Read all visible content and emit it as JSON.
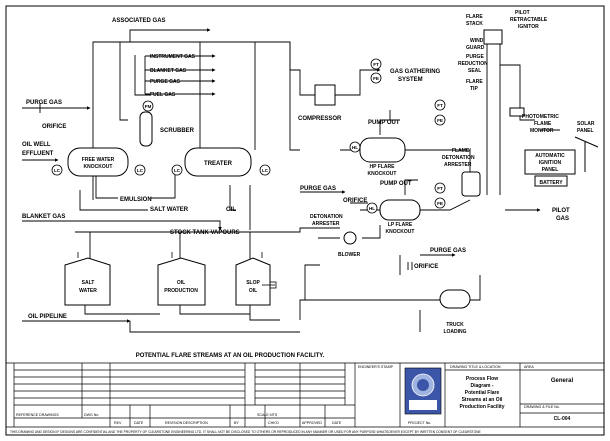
{
  "labels": {
    "associated_gas": "ASSOCIATED GAS",
    "instrument_gas": "INSTRUMENT GAS",
    "blanket_gas_top": "BLANKET GAS",
    "purge_gas_top": "PURGE GAS",
    "fuel_gas": "FUEL GAS",
    "purge_gas_left": "PURGE GAS",
    "orifice_left": "ORIFICE",
    "scrubber": "SCRUBBER",
    "oil_well_effluent_1": "OIL WELL",
    "oil_well_effluent_2": "EFFLUENT",
    "free_water_knockout_1": "FREE WATER",
    "free_water_knockout_2": "KNOCKOUT",
    "treater": "TREATER",
    "emulsion": "EMULSION",
    "salt_water_line": "SALT WATER",
    "oil_line": "OIL",
    "blanket_gas_left": "BLANKET GAS",
    "stock_tank_vapours": "STOCK TANK VAPOURS",
    "salt_water_tank_1": "SALT",
    "salt_water_tank_2": "WATER",
    "oil_production_1": "OIL",
    "oil_production_2": "PRODUCTION",
    "slop_oil_1": "SLOP",
    "slop_oil_2": "OIL",
    "oil_pipeline": "OIL PIPELINE",
    "compressor": "COMPRESSOR",
    "gas_gathering_1": "GAS GATHERING",
    "gas_gathering_2": "SYSTEM",
    "pump_out_1": "PUMP OUT",
    "hp_flare_1": "HP FLARE",
    "hp_flare_2": "KNOCKOUT",
    "pump_out_2": "PUMP OUT",
    "purge_gas_mid": "PURGE GAS",
    "orifice_mid": "ORIFICE",
    "lp_flare_1": "LP FLARE",
    "lp_flare_2": "KNOCKOUT",
    "detonation_arrester_1": "DETONATION",
    "detonation_arrester_2": "ARRESTER",
    "blower": "BLOWER",
    "flame_arrester_1": "FLAME/",
    "flame_arrester_2": "DETONATION",
    "flame_arrester_3": "ARRESTER",
    "purge_gas_bottom": "PURGE GAS",
    "orifice_bottom": "ORIFICE",
    "truck_loading_1": "TRUCK",
    "truck_loading_2": "LOADING",
    "flare_stack_1": "FLARE",
    "flare_stack_2": "STACK",
    "pilot_ignitor_1": "PILOT",
    "pilot_ignitor_2": "RETRACTABLE",
    "pilot_ignitor_3": "IGNITOR",
    "wind_guard_1": "WIND",
    "wind_guard_2": "GUARD",
    "purge_seal_1": "PURGE",
    "purge_seal_2": "REDUCTION",
    "purge_seal_3": "SEAL",
    "flare_tip_1": "FLARE",
    "flare_tip_2": "TIP",
    "photometric_1": "PHOTOMETRIC",
    "photometric_2": "FLAME",
    "photometric_3": "MONITOR",
    "solar_panel_1": "SOLAR",
    "solar_panel_2": "PANEL",
    "auto_ignition_1": "AUTOMATIC",
    "auto_ignition_2": "IGNITION",
    "auto_ignition_3": "PANEL",
    "battery": "BATTERY",
    "pilot_gas_1": "PILOT",
    "pilot_gas_2": "GAS"
  },
  "instruments": {
    "fm": "FM",
    "lc": "LC",
    "fe": "FE",
    "ft": "FT",
    "hl": "HL"
  },
  "caption": "POTENTIAL FLARE STREAMS AT AN OIL PRODUCTION FACILITY.",
  "title_block": {
    "reference_drawings": "REFERENCE DRAWINGS",
    "dwg_no": "DWG No",
    "rev": "REV",
    "date": "DATE",
    "revision_description": "REVISION DESCRIPTION",
    "by": "BY",
    "chkd": "CHK'D",
    "appd": "APPROVED",
    "date2": "DATE",
    "engineers_stamp": "ENGINEER'S STAMP",
    "drawing_title_header": "DRAWING TITLE & LOCATION",
    "title_line_1": "Process Flow",
    "title_line_2": "Diagram -",
    "title_line_3": "Potential Flare",
    "title_line_4": "Streams at an Oil",
    "title_line_5": "Production Facility",
    "area_header": "AREA",
    "area_value": "General",
    "drawing_no_header": "DRAWING & FILE No.",
    "drawing_no": "CL-004",
    "scale": "SCALE:",
    "nts": "NTS",
    "project_no": "PROJECT No.",
    "footer": "THIS DRAWING AND DESIGN IF DESIGNS ARE CONFIDENTIAL AND THE PROPERTY OF CLEARSTONE ENGINEERING LTD. IT SHALL NOT BE DISCLOSED TO OTHERS OR REPRODUCED IN ANY MANNER OR USED FOR ANY PURPOSE WHATSOEVER EXCEPT BY WRITTEN CONSENT OF CLEARSTONE"
  },
  "colors": {
    "ink": "#000000",
    "paper": "#ffffff",
    "logo_blue": "#3b55a8",
    "logo_light": "#9fb4e0"
  }
}
